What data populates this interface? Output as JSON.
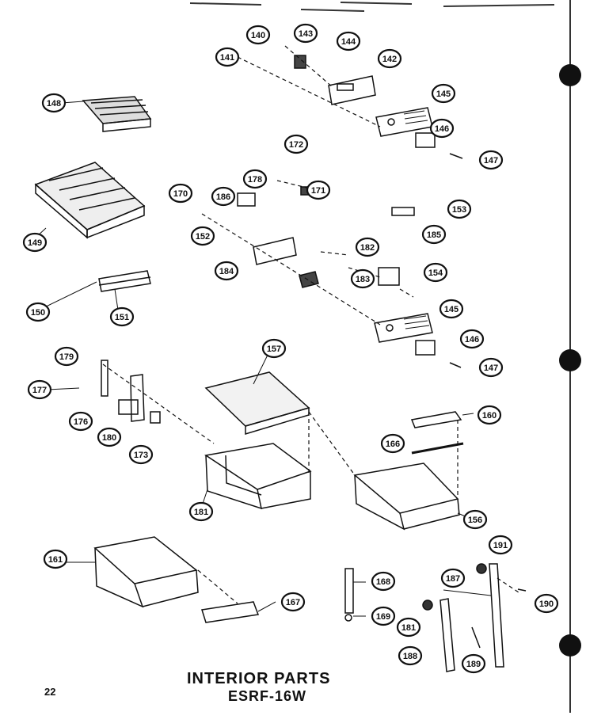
{
  "title": "INTERIOR PARTS",
  "model": "ESRF-16W",
  "page_number": "22",
  "callouts": [
    {
      "label": "140"
    },
    {
      "label": "143"
    },
    {
      "label": "144"
    },
    {
      "label": "141"
    },
    {
      "label": "142"
    },
    {
      "label": "148"
    },
    {
      "label": "145"
    },
    {
      "label": "146"
    },
    {
      "label": "147"
    },
    {
      "label": "149"
    },
    {
      "label": "172"
    },
    {
      "label": "178"
    },
    {
      "label": "171"
    },
    {
      "label": "170"
    },
    {
      "label": "186"
    },
    {
      "label": "153"
    },
    {
      "label": "185"
    },
    {
      "label": "152"
    },
    {
      "label": "182"
    },
    {
      "label": "184"
    },
    {
      "label": "183"
    },
    {
      "label": "154"
    },
    {
      "label": "150"
    },
    {
      "label": "151"
    },
    {
      "label": "145"
    },
    {
      "label": "179"
    },
    {
      "label": "157"
    },
    {
      "label": "146"
    },
    {
      "label": "147"
    },
    {
      "label": "177"
    },
    {
      "label": "176"
    },
    {
      "label": "180"
    },
    {
      "label": "173"
    },
    {
      "label": "160"
    },
    {
      "label": "166"
    },
    {
      "label": "181"
    },
    {
      "label": "156"
    },
    {
      "label": "161"
    },
    {
      "label": "191"
    },
    {
      "label": "187"
    },
    {
      "label": "168"
    },
    {
      "label": "190"
    },
    {
      "label": "167"
    },
    {
      "label": "169"
    },
    {
      "label": "181"
    },
    {
      "label": "188"
    },
    {
      "label": "189"
    }
  ]
}
